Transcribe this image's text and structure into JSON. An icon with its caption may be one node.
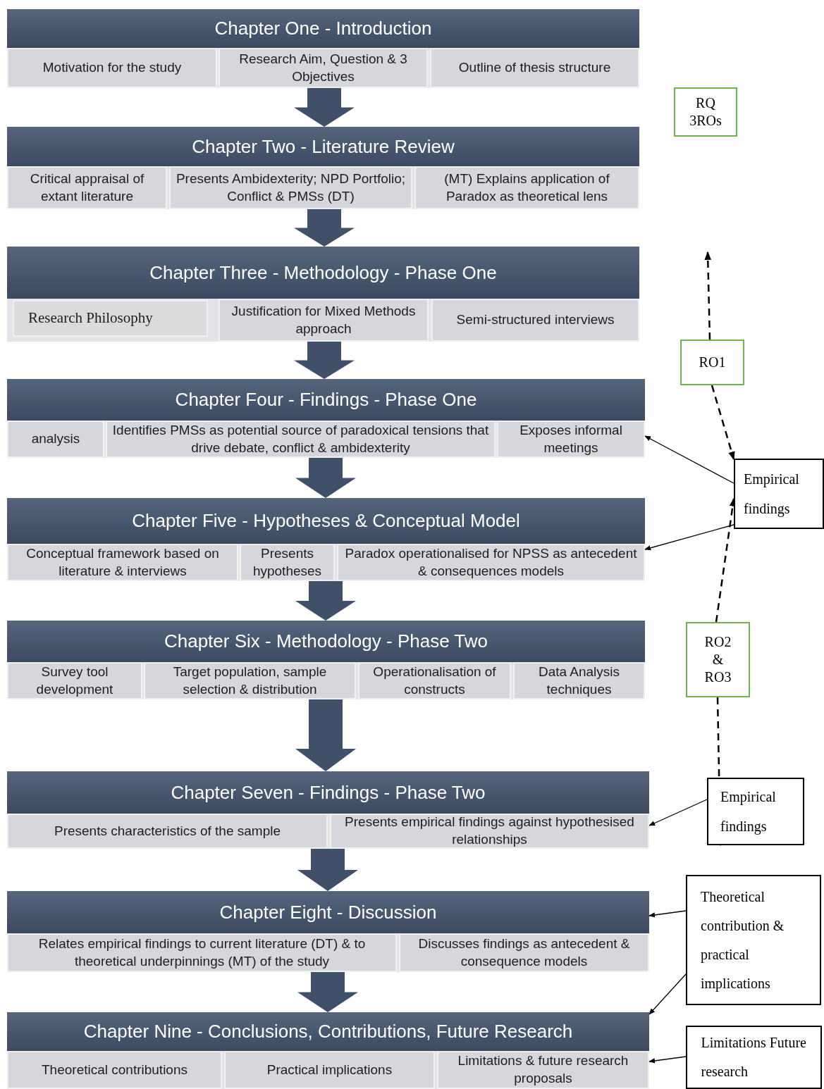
{
  "diagram": {
    "nodes": [
      {
        "text": [
          "Chapter One - Introduction"
        ]
      },
      {
        "text": [
          "Motivation for the study"
        ],
        "in": 0
      },
      {
        "text": [
          "Research Aim, Question & 3 Objectives"
        ],
        "in": 0
      },
      {
        "text": [
          "Outline of thesis structure"
        ],
        "in": 0
      },
      {
        "text": [
          "Chapter Two - Literature Review"
        ]
      },
      {
        "text": [
          "Critical appraisal of extant literature"
        ],
        "in": 4
      },
      {
        "text": [
          "Presents Ambidexterity; NPD Portfolio; Conflict & PMSs (DT)"
        ],
        "in": 4
      },
      {
        "text": [
          "(MT) Explains application of Paradox as theoretical lens"
        ],
        "in": 4
      },
      {
        "text": [
          "Chapter Three - Methodology - Phase One"
        ]
      },
      {
        "text": [
          "Research Philosophy"
        ],
        "in": 8
      },
      {
        "text": [
          "Justification for Mixed Methods approach"
        ],
        "in": 8
      },
      {
        "text": [
          "Semi-structured interviews"
        ],
        "in": 8
      },
      {
        "text": [
          "Chapter Four - Findings - Phase One"
        ]
      },
      {
        "text": [
          "analysis"
        ],
        "in": 12
      },
      {
        "text": [
          "Identifies PMSs as potential source of paradoxical tensions that drive debate, conflict & ambidexterity"
        ],
        "in": 12
      },
      {
        "text": [
          "Exposes informal meetings"
        ],
        "in": 12
      },
      {
        "text": [
          "Chapter Five - Hypotheses & Conceptual Model"
        ]
      },
      {
        "text": [
          "Conceptual framework based on literature & interviews"
        ],
        "in": 16
      },
      {
        "text": [
          "Presents hypotheses"
        ],
        "in": 16
      },
      {
        "text": [
          "Paradox operationalised for NPSS as antecedent & consequences models"
        ],
        "in": 16
      },
      {
        "text": [
          "Chapter Six - Methodology - Phase Two"
        ]
      },
      {
        "text": [
          "Survey tool development"
        ],
        "in": 20
      },
      {
        "text": [
          "Target population, sample selection & distribution"
        ],
        "in": 20
      },
      {
        "text": [
          "Operationalisation of constructs"
        ],
        "in": 20
      },
      {
        "text": [
          "Data Analysis techniques"
        ],
        "in": 20
      },
      {
        "text": [
          "Chapter Seven - Findings - Phase Two"
        ]
      },
      {
        "text": [
          "Presents characteristics of the sample"
        ],
        "in": 25
      },
      {
        "text": [
          "Presents empirical findings against hypothesised relationships"
        ],
        "in": 25
      },
      {
        "text": [
          "Chapter Eight - Discussion"
        ]
      },
      {
        "text": [
          "Relates empirical findings to current literature (DT) & to theoretical underpinnings (MT) of the study"
        ],
        "in": 28
      },
      {
        "text": [
          "Discusses findings as antecedent & consequence models"
        ],
        "in": 28
      },
      {
        "text": [
          "Chapter Nine - Conclusions, Contributions, Future Research"
        ]
      },
      {
        "text": [
          "Theoretical contributions"
        ],
        "in": 31
      },
      {
        "text": [
          "Practical implications"
        ],
        "in": 31
      },
      {
        "text": [
          "Limitations & future research proposals"
        ],
        "in": 31
      },
      {
        "text": [
          "RQ 3ROs"
        ]
      },
      {
        "text": [
          "RO1"
        ]
      },
      {
        "text": [
          "Empirical findings"
        ]
      },
      {
        "text": [
          "RO2 & RO3"
        ]
      },
      {
        "text": [
          "Empirical findings"
        ]
      },
      {
        "text": [
          "Theoretical contribution & practical implications"
        ]
      },
      {
        "text": [
          "Limitations Future research"
        ]
      }
    ],
    "edges": [
      {
        "from": 0,
        "to": 4,
        "arrow": "to",
        "style": "thick",
        "color": "#3f5068"
      },
      {
        "from": 4,
        "to": 8,
        "arrow": "to",
        "style": "thick",
        "color": "#3f5068"
      },
      {
        "from": 8,
        "to": 12,
        "arrow": "to",
        "style": "thick",
        "color": "#3f5068"
      },
      {
        "from": 12,
        "to": 16,
        "arrow": "to",
        "style": "thick",
        "color": "#3f5068"
      },
      {
        "from": 16,
        "to": 20,
        "arrow": "to",
        "style": "thick",
        "color": "#3f5068"
      },
      {
        "from": 20,
        "to": 25,
        "arrow": "to",
        "style": "thick",
        "color": "#3f5068"
      },
      {
        "from": 25,
        "to": 28,
        "arrow": "to",
        "style": "thick",
        "color": "#3f5068"
      },
      {
        "from": 28,
        "to": 31,
        "arrow": "to",
        "style": "thick",
        "color": "#3f5068"
      },
      {
        "from": 36,
        "to": null,
        "arrow": "to",
        "style": "dashed"
      },
      {
        "from": 36,
        "to": 37,
        "arrow": "to",
        "style": "dashed"
      },
      {
        "from": 38,
        "to": 37,
        "arrow": "to",
        "style": "dashed"
      },
      {
        "from": 38,
        "to": 39,
        "arrow": "to",
        "style": "dashed"
      },
      {
        "from": 37,
        "to": 15,
        "arrow": "to"
      },
      {
        "from": 37,
        "to": 19,
        "arrow": "to"
      },
      {
        "from": 39,
        "to": 27,
        "arrow": "to"
      },
      {
        "from": 40,
        "to": 28,
        "arrow": "to"
      },
      {
        "from": 40,
        "to": 31,
        "arrow": "to"
      },
      {
        "from": 41,
        "to": 34,
        "arrow": "to"
      }
    ]
  }
}
